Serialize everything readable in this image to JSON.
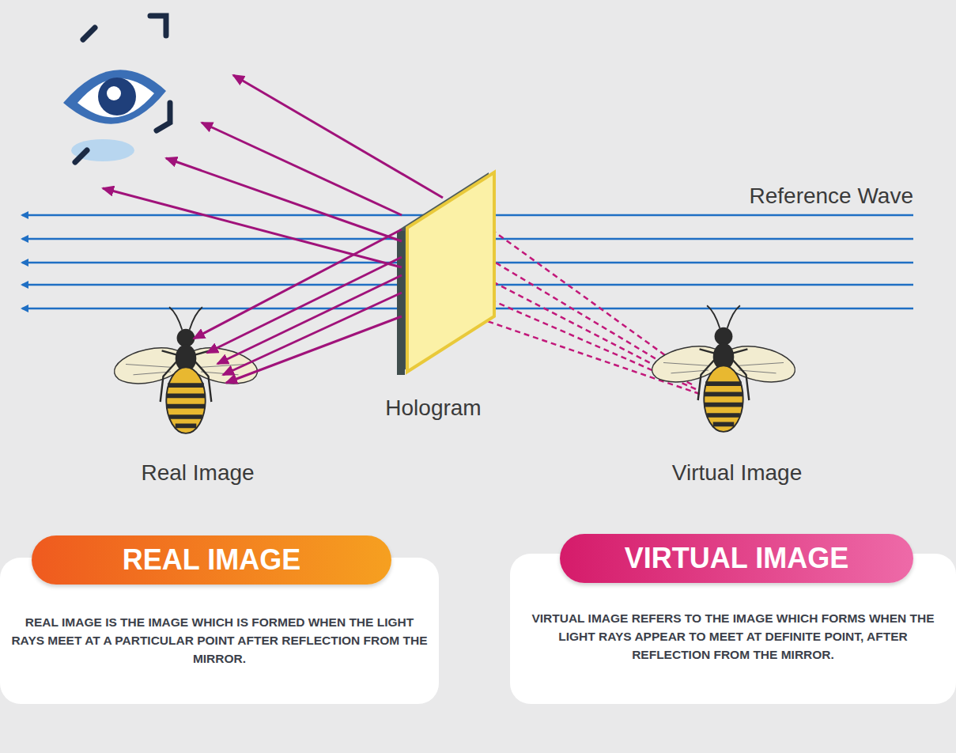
{
  "diagram": {
    "nodes": [
      {
        "text": [
          "REAL IMAGE",
          "REAL IMAGE IS THE IMAGE WHICH IS FORMED WHEN THE LIGHT RAYS MEET AT A PARTICULAR POINT AFTER REFLECTION FROM THE MIRROR."
        ]
      },
      {
        "text": [
          "VIRTUAL IMAGE",
          "VIRTUAL IMAGE REFERS TO THE IMAGE WHICH FORMS WHEN THE LIGHT RAYS APPEAR TO MEET AT DEFINITE POINT, AFTER REFLECTION FROM THE MIRROR."
        ]
      }
    ],
    "labels": [
      "Reference Wave",
      "Hologram",
      "Real Image",
      "Virtual Image"
    ]
  }
}
